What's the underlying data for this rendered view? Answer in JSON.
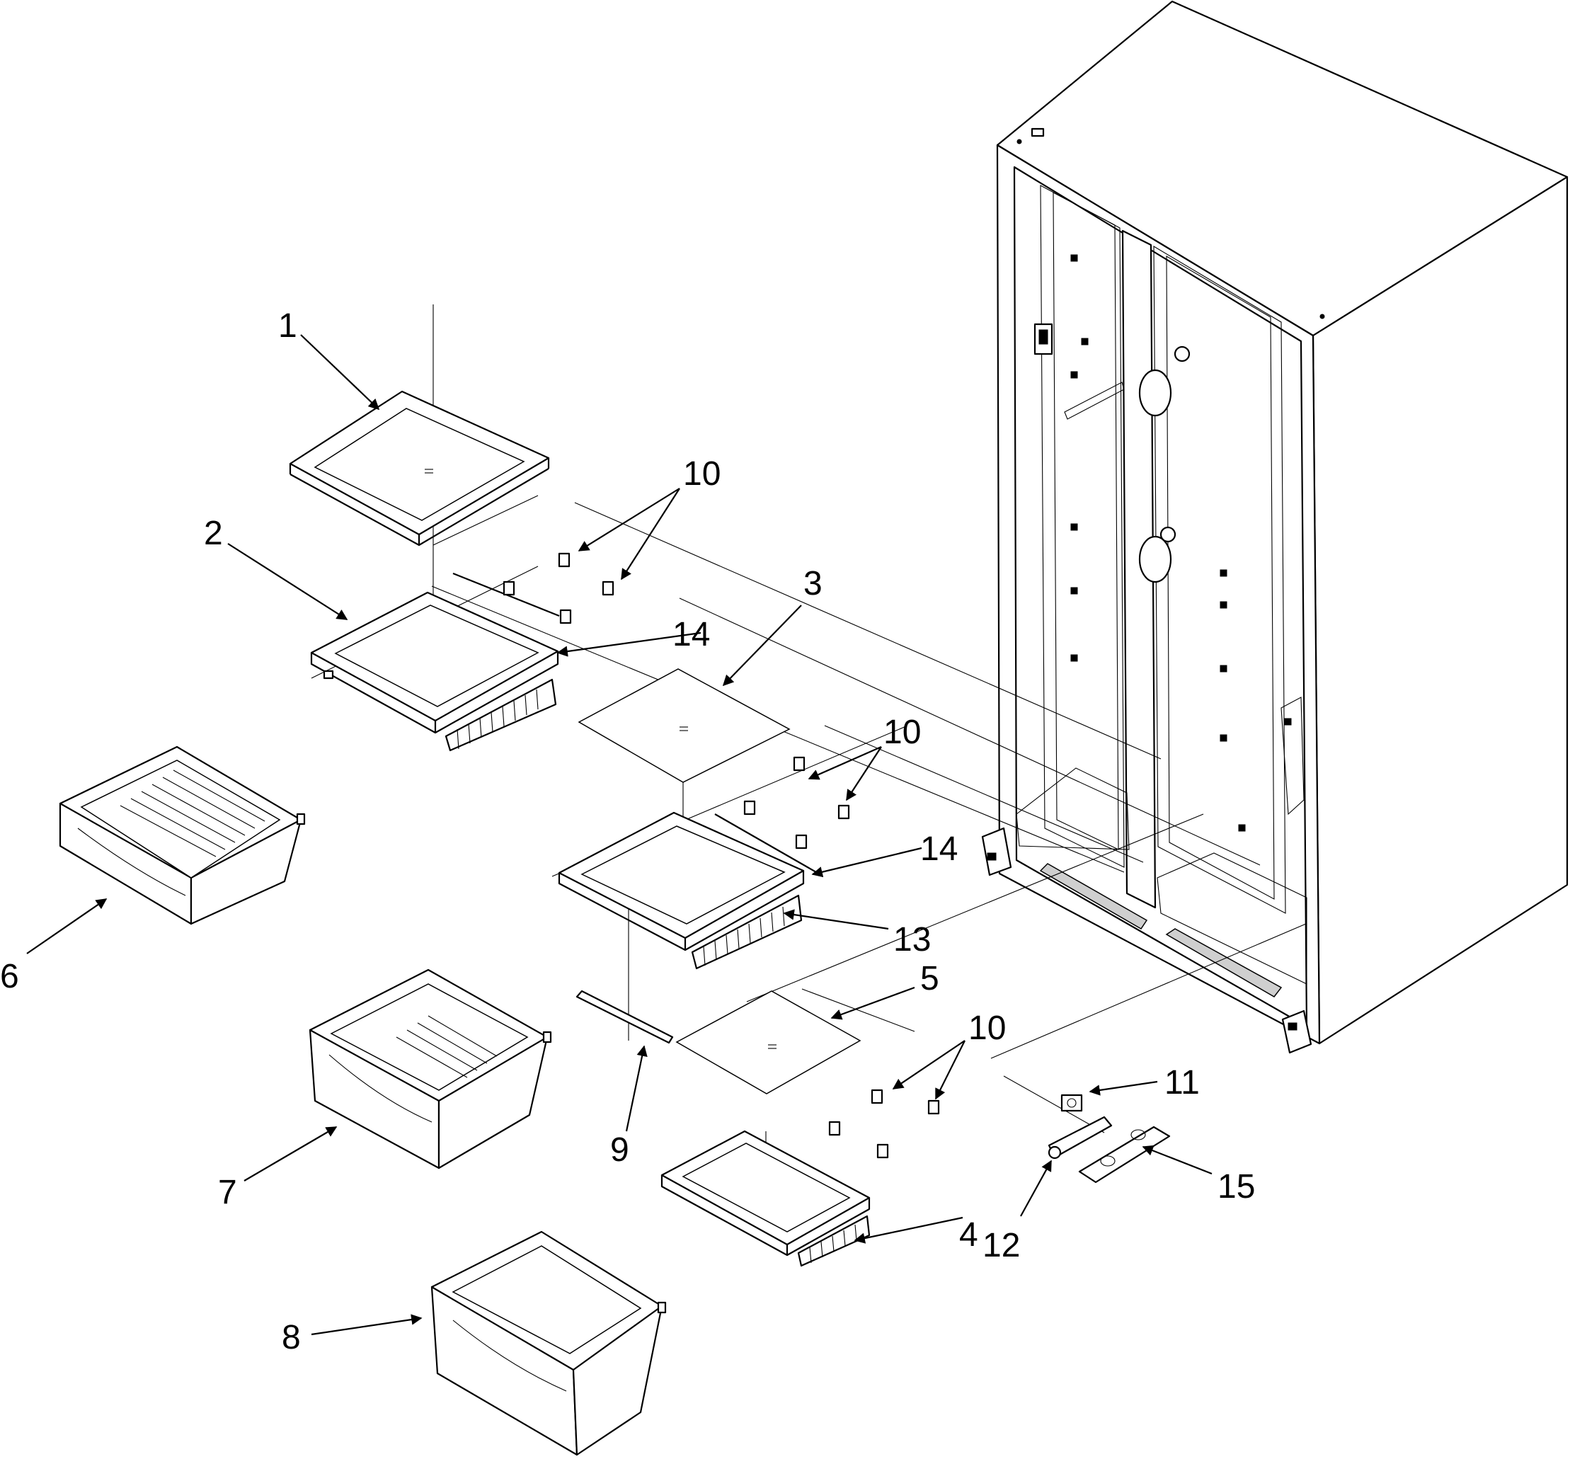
{
  "diagram": {
    "callouts": [
      {
        "id": "1",
        "label": "1"
      },
      {
        "id": "2",
        "label": "2"
      },
      {
        "id": "3",
        "label": "3"
      },
      {
        "id": "4",
        "label": "4"
      },
      {
        "id": "5",
        "label": "5"
      },
      {
        "id": "6",
        "label": "6"
      },
      {
        "id": "7",
        "label": "7"
      },
      {
        "id": "8",
        "label": "8"
      },
      {
        "id": "9",
        "label": "9"
      },
      {
        "id": "10a",
        "label": "10"
      },
      {
        "id": "10b",
        "label": "10"
      },
      {
        "id": "10c",
        "label": "10"
      },
      {
        "id": "11",
        "label": "11"
      },
      {
        "id": "12",
        "label": "12"
      },
      {
        "id": "13",
        "label": "13"
      },
      {
        "id": "14a",
        "label": "14"
      },
      {
        "id": "14b",
        "label": "14"
      },
      {
        "id": "15",
        "label": "15"
      }
    ]
  }
}
